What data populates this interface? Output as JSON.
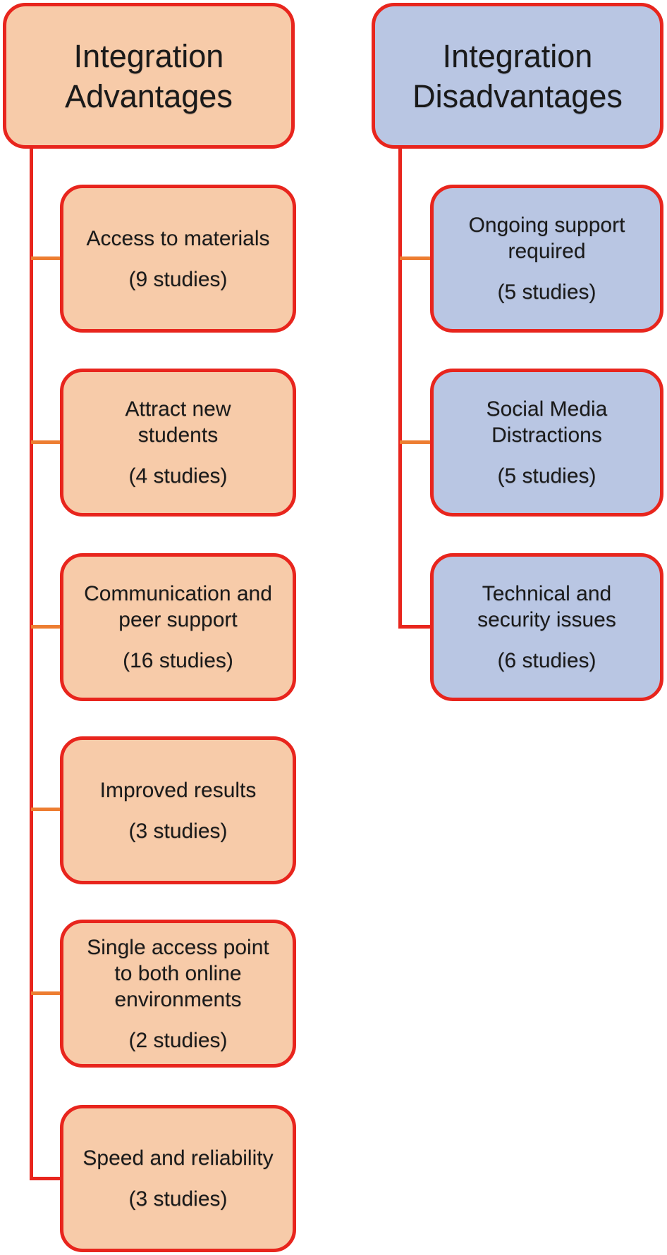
{
  "columns": [
    {
      "id": "advantages",
      "title": "Integration\nAdvantages",
      "fill_color": "#F7CBA9",
      "children": [
        {
          "title": "Access to materials",
          "count": "(9 studies)"
        },
        {
          "title": "Attract new\nstudents",
          "count": "(4 studies)"
        },
        {
          "title": "Communication and\npeer support",
          "count": "(16 studies)"
        },
        {
          "title": "Improved results",
          "count": "(3 studies)"
        },
        {
          "title": "Single access point\nto both online\nenvironments",
          "count": "(2 studies)"
        },
        {
          "title": "Speed and reliability",
          "count": "(3 studies)"
        }
      ]
    },
    {
      "id": "disadvantages",
      "title": "Integration\nDisadvantages",
      "fill_color": "#B9C6E3",
      "children": [
        {
          "title": "Ongoing support\nrequired",
          "count": "(5 studies)"
        },
        {
          "title": "Social Media\nDistractions",
          "count": "(5 studies)"
        },
        {
          "title": "Technical and\nsecurity issues",
          "count": "(6 studies)"
        }
      ]
    }
  ],
  "colors": {
    "box_border": "#E8251D",
    "connector_trunk": "#E8251D",
    "connector_stub": "#ED7D31",
    "advantages_fill": "#F7CBA9",
    "disadvantages_fill": "#B9C6E3",
    "text": "#1A1A1A",
    "background": "#FFFFFF"
  }
}
